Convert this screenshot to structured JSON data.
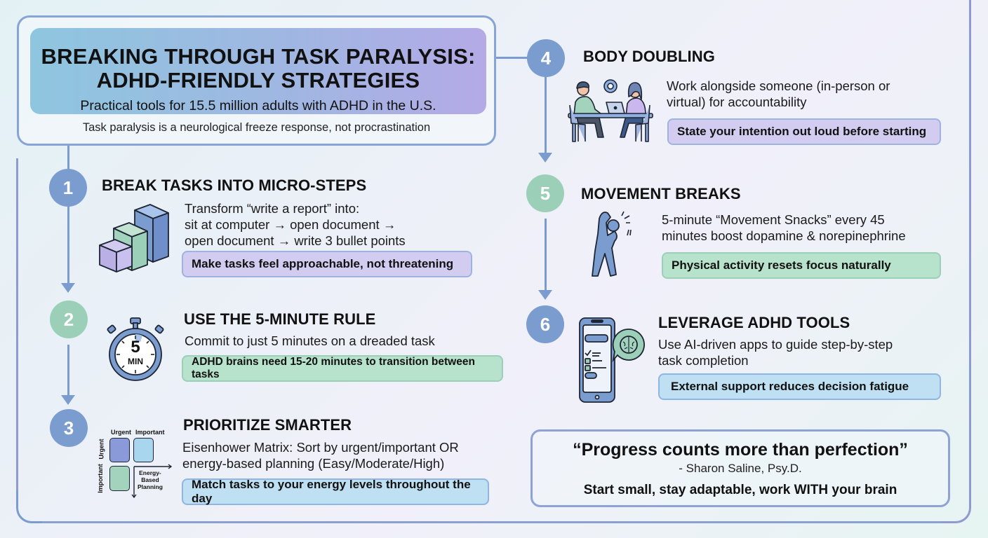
{
  "header": {
    "title_line1": "BREAKING THROUGH TASK PARALYSIS:",
    "title_line2": "ADHD-FRIENDLY STRATEGIES",
    "subtitle": "Practical tools for 15.5 million adults with ADHD in the U.S.",
    "note": "Task paralysis is a neurological freeze response, not procrastination"
  },
  "steps": [
    {
      "number": "1",
      "title": "BREAK TASKS INTO MICRO-STEPS",
      "icon": "stacked-blocks-icon",
      "desc_lines": [
        "Transform “write a report” into:",
        "sit at computer → open document →",
        "open document → write 3 bullet points"
      ],
      "tip": "Make tasks feel approachable, not threatening",
      "color": "#7b9ccf"
    },
    {
      "number": "2",
      "title": "USE THE 5-MINUTE RULE",
      "icon": "stopwatch-icon",
      "icon_text": {
        "big": "5",
        "small": "MIN"
      },
      "desc_lines": [
        "Commit to just 5 minutes on a dreaded task"
      ],
      "tip": "ADHD brains need 15-20 minutes to transition between tasks",
      "color": "#9ccfb8"
    },
    {
      "number": "3",
      "title": "PRIORITIZE SMARTER",
      "icon": "eisenhower-matrix-icon",
      "icon_labels": {
        "col1": "Urgent",
        "col2": "Important",
        "row1": "Urgent",
        "row2": "Important",
        "axis": [
          "Energy-",
          "Based",
          "Planning"
        ]
      },
      "desc_lines": [
        "Eisenhower Matrix: Sort by urgent/important OR",
        "energy-based planning (Easy/Moderate/High)"
      ],
      "tip": "Match tasks to your energy levels throughout the day",
      "color": "#7b9ccf"
    },
    {
      "number": "4",
      "title": "BODY DOUBLING",
      "icon": "coworking-people-icon",
      "desc_lines": [
        "Work alongside someone (in-person or",
        "virtual) for accountability"
      ],
      "tip": "State your intention out loud before starting",
      "color": "#7b9ccf"
    },
    {
      "number": "5",
      "title": "MOVEMENT BREAKS",
      "icon": "stretching-person-icon",
      "desc_lines": [
        "5-minute “Movement Snacks” every 45",
        "minutes boost dopamine & norepinephrine"
      ],
      "tip": "Physical activity resets focus naturally",
      "color": "#9ccfb8"
    },
    {
      "number": "6",
      "title": "LEVERAGE ADHD TOOLS",
      "icon": "phone-brain-app-icon",
      "desc_lines": [
        "Use AI-driven apps to guide step-by-step",
        "task completion"
      ],
      "tip": "External support reduces decision fatigue",
      "color": "#7b9ccf"
    }
  ],
  "quote": {
    "text": "“Progress counts more than perfection”",
    "author": "- Sharon Saline, Psy.D.",
    "tagline": "Start small, stay adaptable, work WITH your brain"
  },
  "colors": {
    "blue_accent": "#7b9ccf",
    "green_accent": "#9ccfb8",
    "purple_tip": "#d3ccf1",
    "green_tip": "#b7e2cc",
    "blue_tip": "#bfdff2",
    "frame": "#8f9ad0"
  }
}
